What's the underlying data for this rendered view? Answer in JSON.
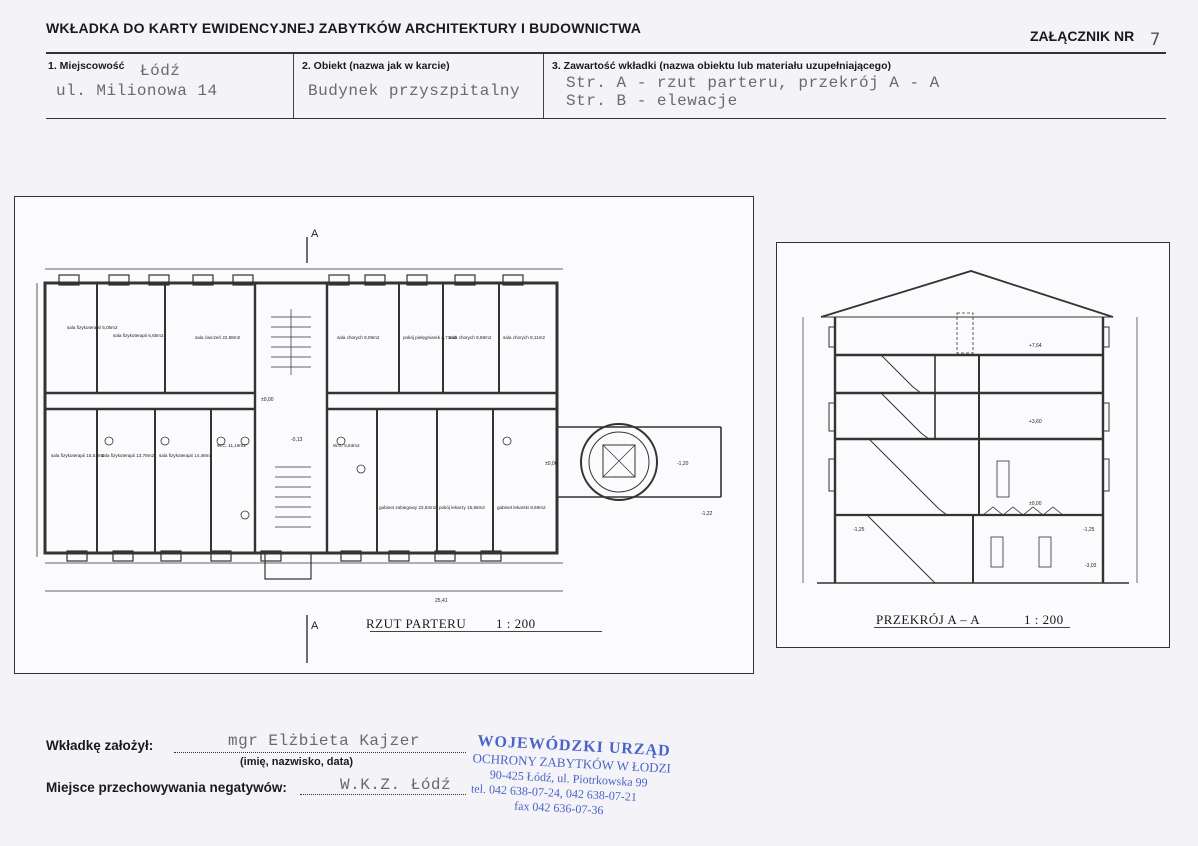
{
  "header": {
    "title": "WKŁADKA DO KARTY EWIDENCYJNEJ ZABYTKÓW ARCHITEKTURY I BUDOWNICTWA",
    "annex_label": "ZAŁĄCZNIK NR",
    "annex_number": "7"
  },
  "fields": {
    "location_label": "1. Miejscowość",
    "location_city": "Łódź",
    "location_street": "ul. Milionowa 14",
    "object_label": "2. Obiekt (nazwa jak w karcie)",
    "object_name": "Budynek przyszpitalny",
    "content_label": "3. Zawartość wkładki (nazwa obiektu lub materiału uzupełniającego)",
    "content_line1": "Str. A - rzut parteru, przekrój A - A",
    "content_line2": "Str. B - elewacje"
  },
  "drawings": {
    "plan_caption": "RZUT PARTERU",
    "plan_scale": "1 : 200",
    "section_caption": "PRZEKRÓJ A – A",
    "section_scale": "1 : 200",
    "section_mark": "A",
    "plan_rooms": [
      "sala fizykoterapii 5,05m2",
      "sala fizykoterapii 5,65m2",
      "sala ćwiczeń 22,88m2",
      "sala chorych 8,09m2",
      "pokój pielęgniarek 4,73m2",
      "sala chorych 8,68m2",
      "sala chorych 8,11m2",
      "sala fizykoterapii 15,51m2",
      "sala fizykoterapii 13,78m2",
      "sala fizykoterapii 14,48m2",
      "W.C. 11,19m2",
      "W.C. 5,63m2",
      "gabinet zabiegowy 23,63m2",
      "pokój lekarzy 15,66m2",
      "gabinet lekarski 8,69m2"
    ],
    "plan_total_dim": "25,41",
    "plan_level_marks": [
      "±0,00",
      "-0,13",
      "±0,00",
      "-1,20",
      "-1,22"
    ],
    "section_level_marks": [
      "+7,64",
      "+3,60",
      "±0,00",
      "-1,25",
      "-1,25",
      "-3,03"
    ]
  },
  "footer": {
    "author_label": "Wkładkę założył:",
    "author_value": "mgr Elżbieta Kajzer",
    "author_hint": "(imię, nazwisko, data)",
    "negatives_label": "Miejsce przechowywania negatywów:",
    "negatives_value": "W.K.Z. Łódź"
  },
  "stamp": {
    "line1": "WOJEWÓDZKI URZĄD",
    "line2": "OCHRONY ZABYTKÓW W ŁODZI",
    "line3": "90-425 Łódź, ul. Piotrkowska 99",
    "line4": "tel. 042 638-07-24, 042 638-07-21",
    "line5": "fax 042 636-07-36"
  },
  "colors": {
    "ink": "#1a1a1a",
    "typewriter": "#6a6a6a",
    "stamp": "#4a64c8",
    "paper": "#f4f3f7"
  }
}
